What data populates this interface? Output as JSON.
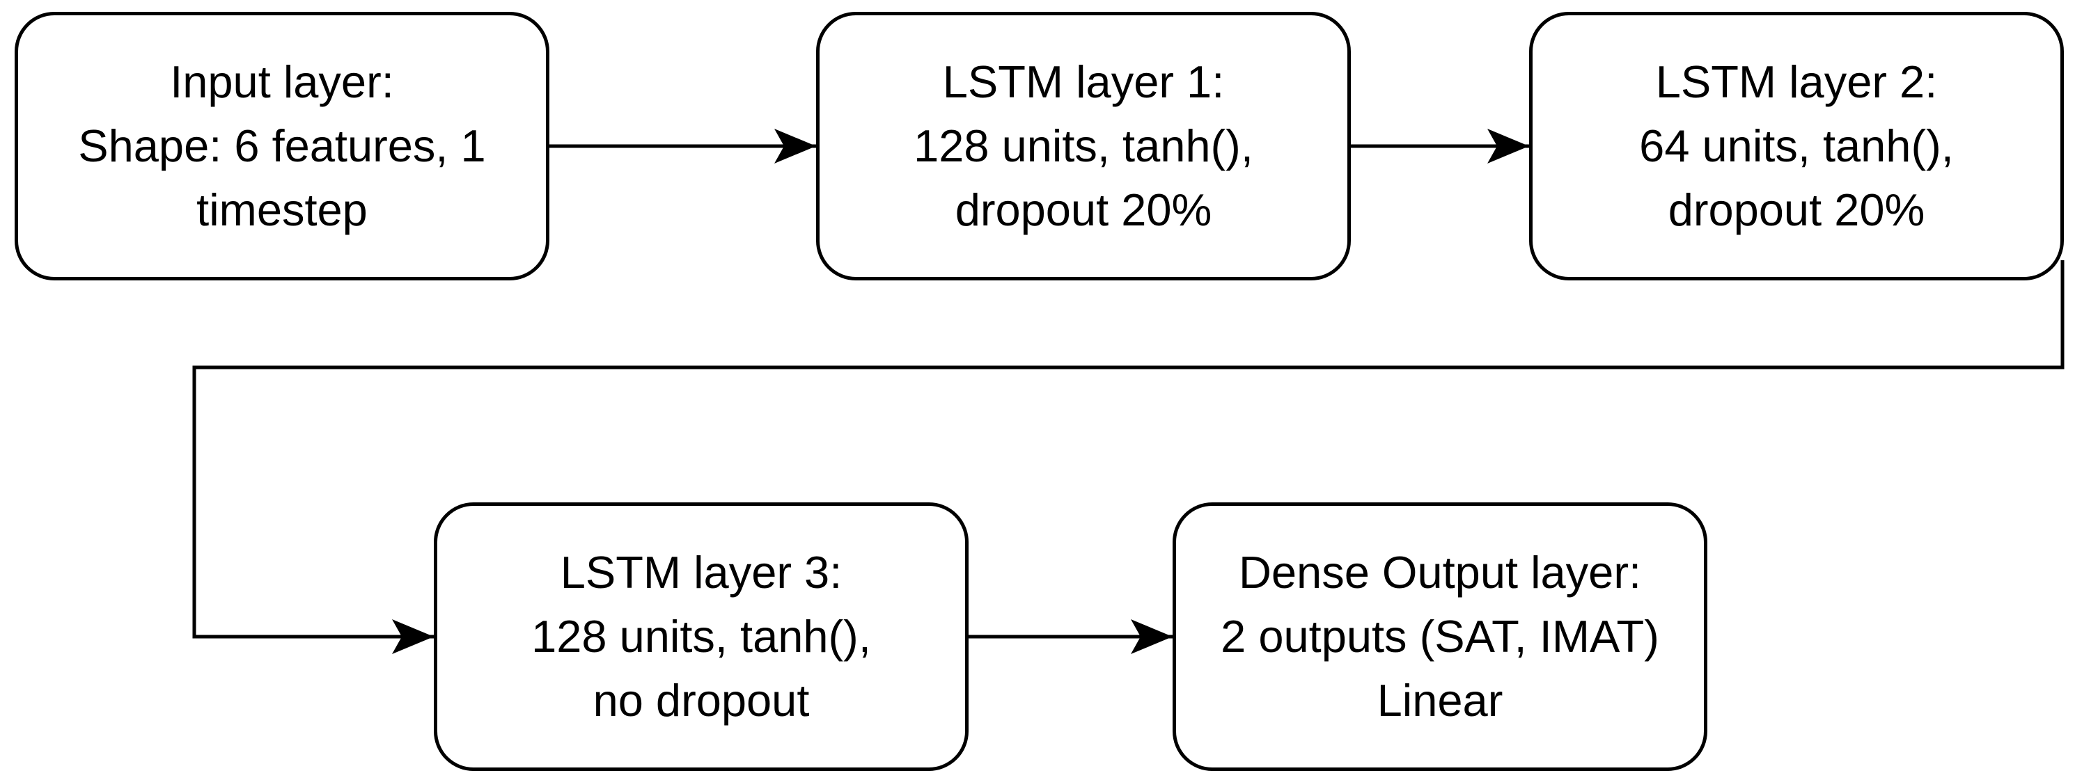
{
  "nodes": {
    "input": {
      "lines": [
        "Input layer:",
        "Shape: 6 features, 1",
        "timestep"
      ]
    },
    "lstm1": {
      "lines": [
        "LSTM layer 1:",
        "128 units, tanh(),",
        "dropout 20%"
      ]
    },
    "lstm2": {
      "lines": [
        "LSTM layer 2:",
        "64 units, tanh(),",
        "dropout 20%"
      ]
    },
    "lstm3": {
      "lines": [
        "LSTM layer 3:",
        "128 units, tanh(),",
        "no dropout"
      ]
    },
    "dense": {
      "lines": [
        "Dense Output layer:",
        "2 outputs (SAT, IMAT)",
        "Linear"
      ]
    }
  },
  "edges": [
    {
      "from": "input",
      "to": "lstm1"
    },
    {
      "from": "lstm1",
      "to": "lstm2"
    },
    {
      "from": "lstm2",
      "to": "lstm3"
    },
    {
      "from": "lstm3",
      "to": "dense"
    }
  ],
  "colors": {
    "stroke": "#000000",
    "fill": "#ffffff",
    "text": "#000000"
  }
}
